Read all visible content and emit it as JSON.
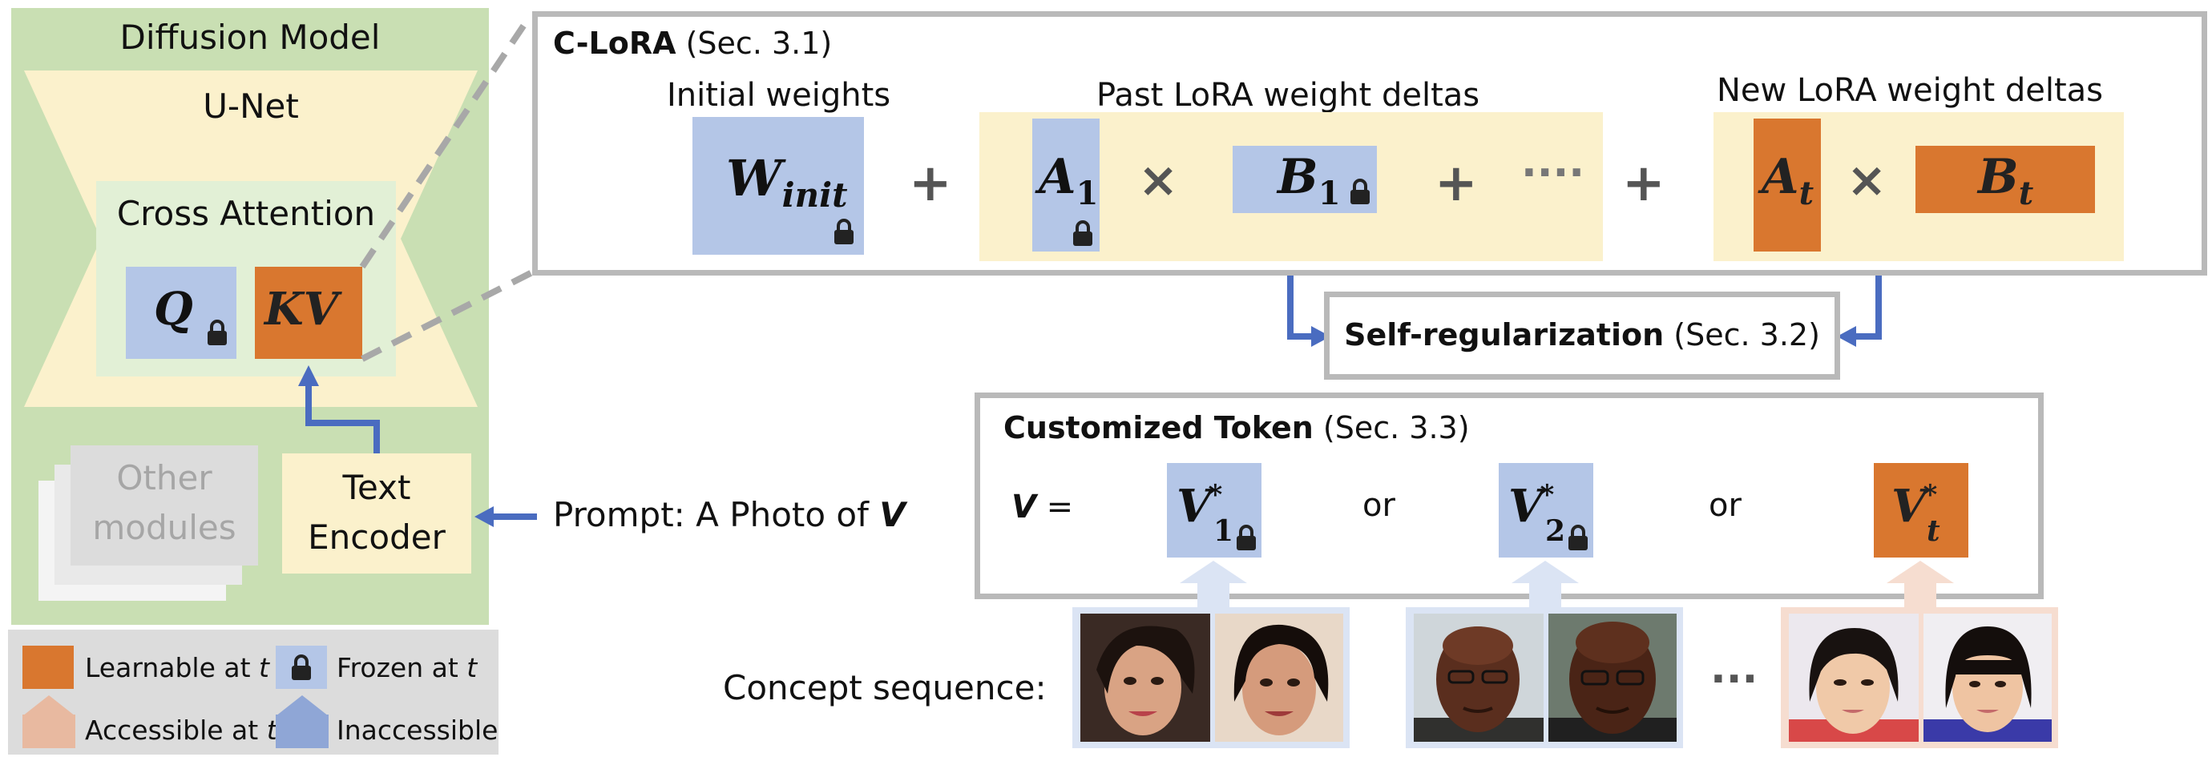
{
  "diffusion": {
    "title": "Diffusion Model",
    "unet": "U-Net",
    "cross_attention": "Cross Attention",
    "q": "Q",
    "kv": "KV",
    "other_modules_line1": "Other",
    "other_modules_line2": "modules",
    "text_encoder_line1": "Text",
    "text_encoder_line2": "Encoder"
  },
  "prompt": {
    "prefix": "Prompt: A Photo of ",
    "var": "V"
  },
  "clora": {
    "title": "C-LoRA",
    "sec": " (Sec. 3.1)",
    "initial_weights": "Initial weights",
    "past_deltas": "Past LoRA weight deltas",
    "new_deltas": "New LoRA weight deltas",
    "w_main": "W",
    "w_sub": "init",
    "a_main": "A",
    "a1_sub": "1",
    "b_main": "B",
    "b1_sub": "1",
    "at_sub": "t",
    "bt_sub": "t",
    "plus": "+",
    "times": "×",
    "ellipsis": "····"
  },
  "selfreg": {
    "title": "Self-regularization",
    "sec": " (Sec. 3.2)"
  },
  "token": {
    "title": "Customized Token",
    "sec": " (Sec. 3.3)",
    "v_label": "V",
    "equals": " =",
    "or1": "or",
    "or2": "or",
    "v_main": "V",
    "v_star": "*",
    "sub1": "1",
    "sub2": "2",
    "subt": "t"
  },
  "concepts": {
    "label": "Concept sequence:",
    "ellipsis": "···"
  },
  "legend": {
    "learnable": "Learnable at ",
    "frozen": "Frozen at ",
    "accessible": "Accessible at ",
    "inaccessible": "Inaccessible",
    "t": "t"
  },
  "colors": {
    "learnable_orange": "#d9772f",
    "frozen_blue": "#b4c6e7",
    "cream": "#fbf1cc",
    "green": "#c9dfb3",
    "arrow_blue": "#4a6cc0",
    "border_gray": "#b9b9b9"
  }
}
